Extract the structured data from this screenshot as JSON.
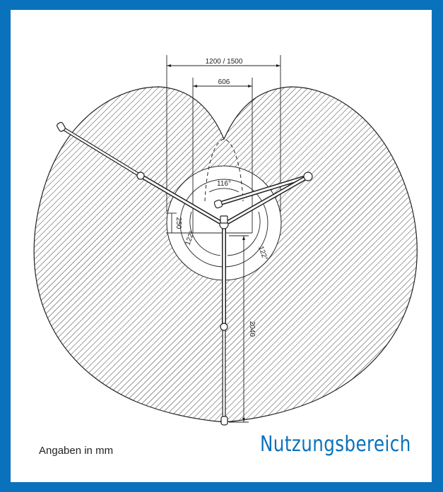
{
  "labels": {
    "outer_width": "1200 / 1500",
    "inner_width": "606",
    "angle_top": "116°",
    "angle_left": "122°",
    "angle_right": "122°",
    "side_offset": "250",
    "arm_length": "2040"
  },
  "footer": {
    "note": "Angaben in mm",
    "title": "Nutzungsbereich"
  },
  "colors": {
    "frame": "#0a72bd",
    "title": "#0a72bd",
    "hatch": "#3a3a3a"
  }
}
